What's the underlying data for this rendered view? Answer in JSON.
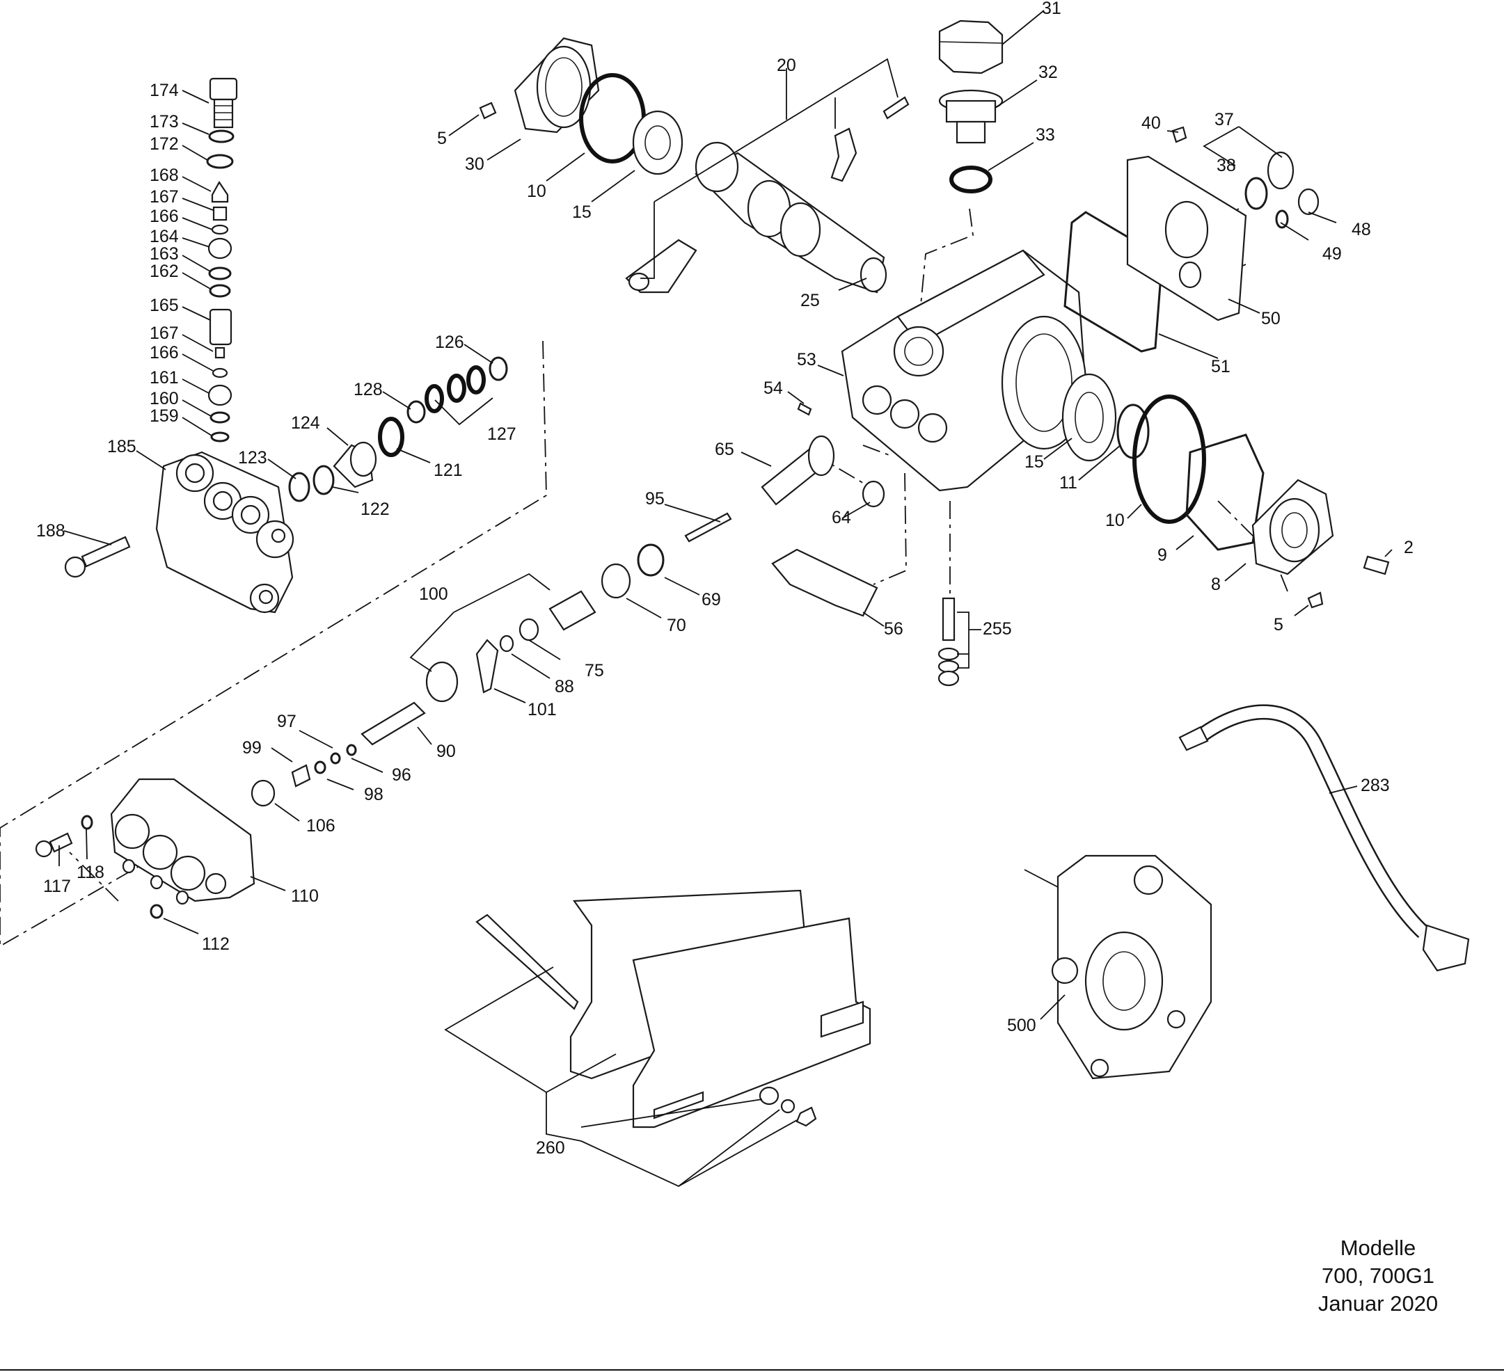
{
  "labels": [
    {
      "id": "174",
      "text": "174"
    },
    {
      "id": "173",
      "text": "173"
    },
    {
      "id": "172",
      "text": "172"
    },
    {
      "id": "168",
      "text": "168"
    },
    {
      "id": "167a",
      "text": "167"
    },
    {
      "id": "166a",
      "text": "166"
    },
    {
      "id": "164",
      "text": "164"
    },
    {
      "id": "163",
      "text": "163"
    },
    {
      "id": "162",
      "text": "162"
    },
    {
      "id": "165",
      "text": "165"
    },
    {
      "id": "167b",
      "text": "167"
    },
    {
      "id": "166b",
      "text": "166"
    },
    {
      "id": "161",
      "text": "161"
    },
    {
      "id": "160",
      "text": "160"
    },
    {
      "id": "159",
      "text": "159"
    },
    {
      "id": "185",
      "text": "185"
    },
    {
      "id": "188",
      "text": "188"
    },
    {
      "id": "123",
      "text": "123"
    },
    {
      "id": "124",
      "text": "124"
    },
    {
      "id": "122",
      "text": "122"
    },
    {
      "id": "121",
      "text": "121"
    },
    {
      "id": "128",
      "text": "128"
    },
    {
      "id": "126",
      "text": "126"
    },
    {
      "id": "127",
      "text": "127"
    },
    {
      "id": "5a",
      "text": "5"
    },
    {
      "id": "30",
      "text": "30"
    },
    {
      "id": "10a",
      "text": "10"
    },
    {
      "id": "15a",
      "text": "15"
    },
    {
      "id": "20",
      "text": "20"
    },
    {
      "id": "25",
      "text": "25"
    },
    {
      "id": "31",
      "text": "31"
    },
    {
      "id": "32",
      "text": "32"
    },
    {
      "id": "33",
      "text": "33"
    },
    {
      "id": "40",
      "text": "40"
    },
    {
      "id": "37",
      "text": "37"
    },
    {
      "id": "38",
      "text": "38"
    },
    {
      "id": "48",
      "text": "48"
    },
    {
      "id": "49",
      "text": "49"
    },
    {
      "id": "50",
      "text": "50"
    },
    {
      "id": "51",
      "text": "51"
    },
    {
      "id": "53",
      "text": "53"
    },
    {
      "id": "54",
      "text": "54"
    },
    {
      "id": "65",
      "text": "65"
    },
    {
      "id": "64",
      "text": "64"
    },
    {
      "id": "15b",
      "text": "15"
    },
    {
      "id": "11",
      "text": "11"
    },
    {
      "id": "10b",
      "text": "10"
    },
    {
      "id": "9",
      "text": "9"
    },
    {
      "id": "8",
      "text": "8"
    },
    {
      "id": "2",
      "text": "2"
    },
    {
      "id": "5b",
      "text": "5"
    },
    {
      "id": "95",
      "text": "95"
    },
    {
      "id": "56",
      "text": "56"
    },
    {
      "id": "255",
      "text": "255"
    },
    {
      "id": "69",
      "text": "69"
    },
    {
      "id": "70",
      "text": "70"
    },
    {
      "id": "75",
      "text": "75"
    },
    {
      "id": "88",
      "text": "88"
    },
    {
      "id": "100",
      "text": "100"
    },
    {
      "id": "101",
      "text": "101"
    },
    {
      "id": "90",
      "text": "90"
    },
    {
      "id": "97",
      "text": "97"
    },
    {
      "id": "96",
      "text": "96"
    },
    {
      "id": "99",
      "text": "99"
    },
    {
      "id": "98",
      "text": "98"
    },
    {
      "id": "106",
      "text": "106"
    },
    {
      "id": "117",
      "text": "117"
    },
    {
      "id": "118",
      "text": "118"
    },
    {
      "id": "110",
      "text": "110"
    },
    {
      "id": "112",
      "text": "112"
    },
    {
      "id": "283",
      "text": "283"
    },
    {
      "id": "500",
      "text": "500"
    },
    {
      "id": "260",
      "text": "260"
    }
  ],
  "caption": {
    "line1": "Modelle",
    "line2": "700, 700G1",
    "line3": "Januar 2020"
  }
}
